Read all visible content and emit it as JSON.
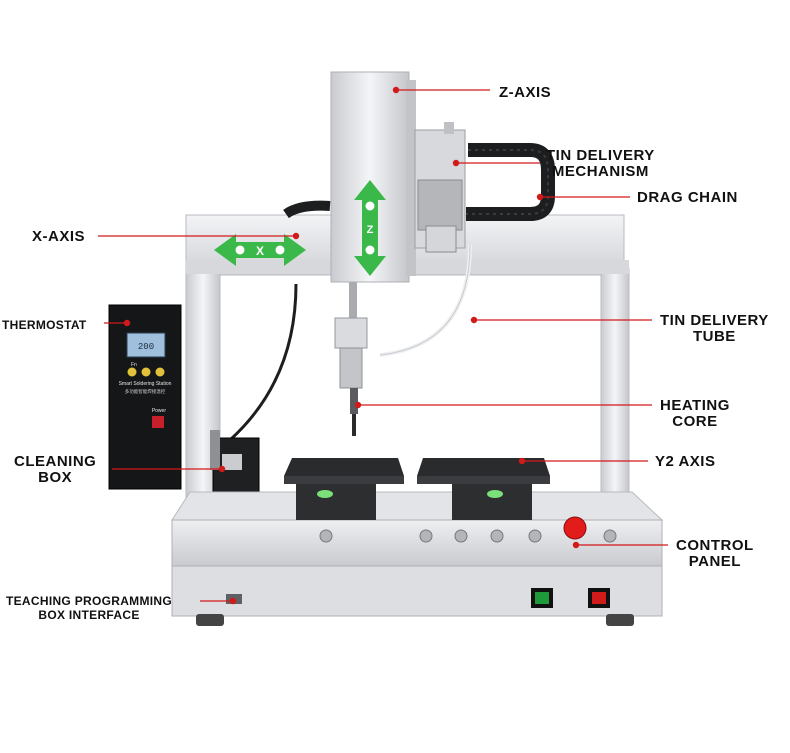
{
  "colors": {
    "leader": "#d11a1a",
    "frame": "#e8e9ec",
    "panel": "#d9dadd",
    "arrow_green": "#3bb84a",
    "thermostat_body": "#151618",
    "thermostat_screen": "#9fbfdc",
    "estop": "#e21b1b"
  },
  "labels": {
    "z_axis": "Z-AXIS",
    "tin_delivery_mechanism_1": "TIN DELIVERY",
    "tin_delivery_mechanism_2": "MECHANISM",
    "drag_chain": "DRAG CHAIN",
    "x_axis": "X-AXIS",
    "thermostat": "THERMOSTAT",
    "tin_delivery_tube_1": "TIN DELIVERY",
    "tin_delivery_tube_2": "TUBE",
    "heating_core_1": "HEATING",
    "heating_core_2": "CORE",
    "cleaning_box_1": "CLEANING",
    "cleaning_box_2": "BOX",
    "y2_axis": "Y2 AXIS",
    "control_panel_1": "CONTROL",
    "control_panel_2": "PANEL",
    "teaching_1": "TEACHING PROGRAMMING",
    "teaching_2": "BOX INTERFACE"
  },
  "machine": {
    "x_arrow_letter": "X",
    "z_arrow_letter": "Z",
    "thermostat_display": "200",
    "thermostat_brand": "Smart Soldering Station",
    "thermostat_cn": "多功能智能焊接温控",
    "thermostat_power": "Power",
    "thermostat_btn_fn": "Fn"
  }
}
